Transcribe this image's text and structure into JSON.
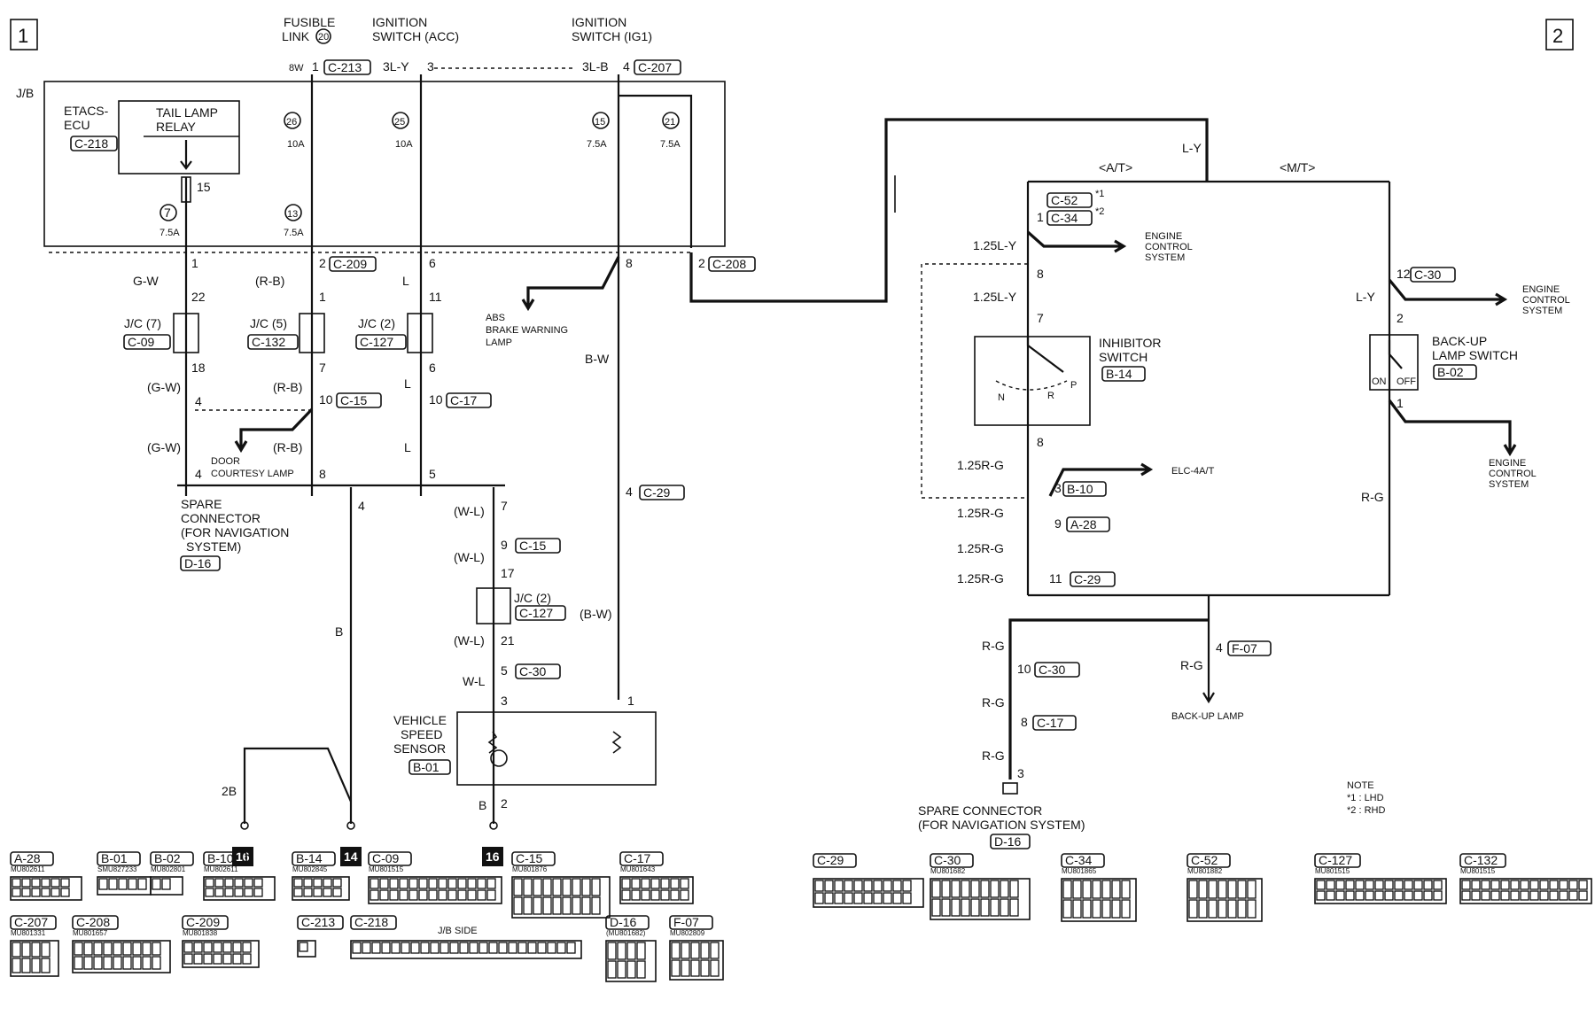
{
  "sections": {
    "left": "1",
    "right": "2"
  },
  "jb": {
    "label": "J/B",
    "side": "J/B SIDE"
  },
  "sources": {
    "fusible_link_1": "FUSIBLE",
    "fusible_link_2": "LINK",
    "fusible_link_num": "20",
    "ign_acc_1": "IGNITION",
    "ign_acc_2": "SWITCH (ACC)",
    "ign_ig1_1": "IGNITION",
    "ign_ig1_2": "SWITCH (IG1)"
  },
  "top_labels": {
    "fl_wire": "8W",
    "fl_pin": "1",
    "fl_conn": "C-213",
    "acc_wire": "3L-Y",
    "acc_pin": "3",
    "ig1_wire": "3L-B",
    "ig1_pin": "4",
    "ig1_conn": "C-207"
  },
  "etacs": {
    "line1": "ETACS-",
    "line2": "ECU",
    "conn": "C-218",
    "relay1": "TAIL LAMP",
    "relay2": "RELAY",
    "relay_pin": "15"
  },
  "fuses": [
    {
      "num": "7",
      "rating": "7.5A"
    },
    {
      "num": "13",
      "rating": "7.5A"
    },
    {
      "num": "26",
      "rating": "10A"
    },
    {
      "num": "25",
      "rating": "10A"
    },
    {
      "num": "15",
      "rating": "7.5A"
    },
    {
      "num": "21",
      "rating": "7.5A"
    }
  ],
  "jb_bottom": {
    "pin1": "1",
    "pin2": "2",
    "conn209": "C-209",
    "pin6": "6",
    "pin8": "8",
    "pin2b": "2",
    "conn208": "C-208"
  },
  "left_wires": {
    "gw": "G-W",
    "gw_p": "(G-W)",
    "rb_p": "(R-B)",
    "l": "L",
    "bw": "B-W",
    "bw_p": "(B-W)",
    "wl_p": "(W-L)",
    "wl": "W-L",
    "b": "B",
    "b2": "2B"
  },
  "jc": [
    {
      "label": "J/C (7)",
      "conn": "C-09",
      "top": "22",
      "bot": "18"
    },
    {
      "label": "J/C (5)",
      "conn": "C-132",
      "top": "1",
      "bot": "7"
    },
    {
      "label": "J/C (2)",
      "conn": "C-127",
      "top": "11",
      "bot": "6"
    },
    {
      "label": "J/C (2)",
      "conn": "C-127",
      "top": "17",
      "bot": "21"
    }
  ],
  "left_pins": {
    "p4": "4",
    "p10": "10",
    "c15": "C-15",
    "p10b": "10",
    "c17": "C-17",
    "p4b": "4",
    "p8": "8",
    "p5": "5",
    "p4c": "4",
    "p7": "7",
    "p9": "9",
    "c15b": "C-15",
    "p4d": "4",
    "c29": "C-29",
    "p5b": "5",
    "c30": "C-30",
    "p3": "3",
    "p1": "1",
    "p2": "2"
  },
  "abs": {
    "l1": "ABS",
    "l2": "BRAKE WARNING",
    "l3": "LAMP"
  },
  "door": {
    "l1": "DOOR",
    "l2": "COURTESY LAMP"
  },
  "spare_left": {
    "l1": "SPARE",
    "l2": "CONNECTOR",
    "l3": "(FOR NAVIGATION",
    "l4": "SYSTEM)",
    "conn": "D-16"
  },
  "vss": {
    "l1": "VEHICLE",
    "l2": "SPEED",
    "l3": "SENSOR",
    "conn": "B-01"
  },
  "grounds": [
    "16",
    "14",
    "16"
  ],
  "right": {
    "ly": "L-Y",
    "at": "<A/T>",
    "mt": "<M/T>",
    "c52": "C-52",
    "star1": "*1",
    "c34": "C-34",
    "star2": "*2",
    "pin1": "1",
    "w125ly": "1.25L-Y",
    "w125ly2": "1.25L-Y",
    "pin8": "8",
    "pin7": "7",
    "ecs1_1": "ENGINE",
    "ecs1_2": "CONTROL",
    "ecs1_3": "SYSTEM",
    "inh1": "INHIBITOR",
    "inh2": "SWITCH",
    "inh_conn": "B-14",
    "n": "N",
    "r": "R",
    "p": "P",
    "pin8b": "8",
    "w125rg": "1.25R-G",
    "pin3": "3",
    "b10": "B-10",
    "elc": "ELC-4A/T",
    "pin9": "9",
    "a28": "A-28",
    "pin11": "11",
    "c29": "C-29",
    "pin12": "12",
    "c30": "C-30",
    "ly2": "L-Y",
    "pin2": "2",
    "ecs2_1": "ENGINE",
    "ecs2_2": "CONTROL",
    "ecs2_3": "SYSTEM",
    "bu1": "BACK-UP",
    "bu2": "LAMP SWITCH",
    "bu_conn": "B-02",
    "on": "ON",
    "off": "OFF",
    "pin1b": "1",
    "ecs3_1": "ENGINE",
    "ecs3_2": "CONTROL",
    "ecs3_3": "SYSTEM",
    "rg": "R-G",
    "pin4": "4",
    "f07": "F-07",
    "rg2": "R-G",
    "backup_lamp": "BACK-UP LAMP",
    "rg3": "R-G",
    "pin10": "10",
    "c30b": "C-30",
    "rg4": "R-G",
    "pin8c": "8",
    "c17": "C-17",
    "rg5": "R-G",
    "pin3b": "3",
    "spare1": "SPARE CONNECTOR",
    "spare2": "(FOR NAVIGATION SYSTEM)",
    "spare_conn": "D-16"
  },
  "note": {
    "title": "NOTE",
    "l1": "*1 : LHD",
    "l2": "*2 : RHD"
  },
  "connectors": [
    {
      "name": "A-28",
      "part": "MU802611"
    },
    {
      "name": "B-01",
      "part": "SMU827233"
    },
    {
      "name": "B-02",
      "part": "MU802801"
    },
    {
      "name": "B-10",
      "part": "MU802611"
    },
    {
      "name": "B-14",
      "part": "MU802845"
    },
    {
      "name": "C-09",
      "part": "MU801515"
    },
    {
      "name": "C-15",
      "part": "MU801876"
    },
    {
      "name": "C-17",
      "part": "MU801643"
    },
    {
      "name": "C-207",
      "part": "MU801331"
    },
    {
      "name": "C-208",
      "part": "MU801657"
    },
    {
      "name": "C-209",
      "part": "MU801838"
    },
    {
      "name": "C-213",
      "part": ""
    },
    {
      "name": "C-218",
      "part": ""
    },
    {
      "name": "D-16",
      "part": "(MU801682)"
    },
    {
      "name": "F-07",
      "part": "MU802809"
    },
    {
      "name": "C-29",
      "part": ""
    },
    {
      "name": "C-30",
      "part": "MU801682"
    },
    {
      "name": "C-34",
      "part": "MU801865"
    },
    {
      "name": "C-52",
      "part": "MU801882"
    },
    {
      "name": "C-127",
      "part": "MU801515"
    },
    {
      "name": "C-132",
      "part": "MU801515"
    }
  ]
}
